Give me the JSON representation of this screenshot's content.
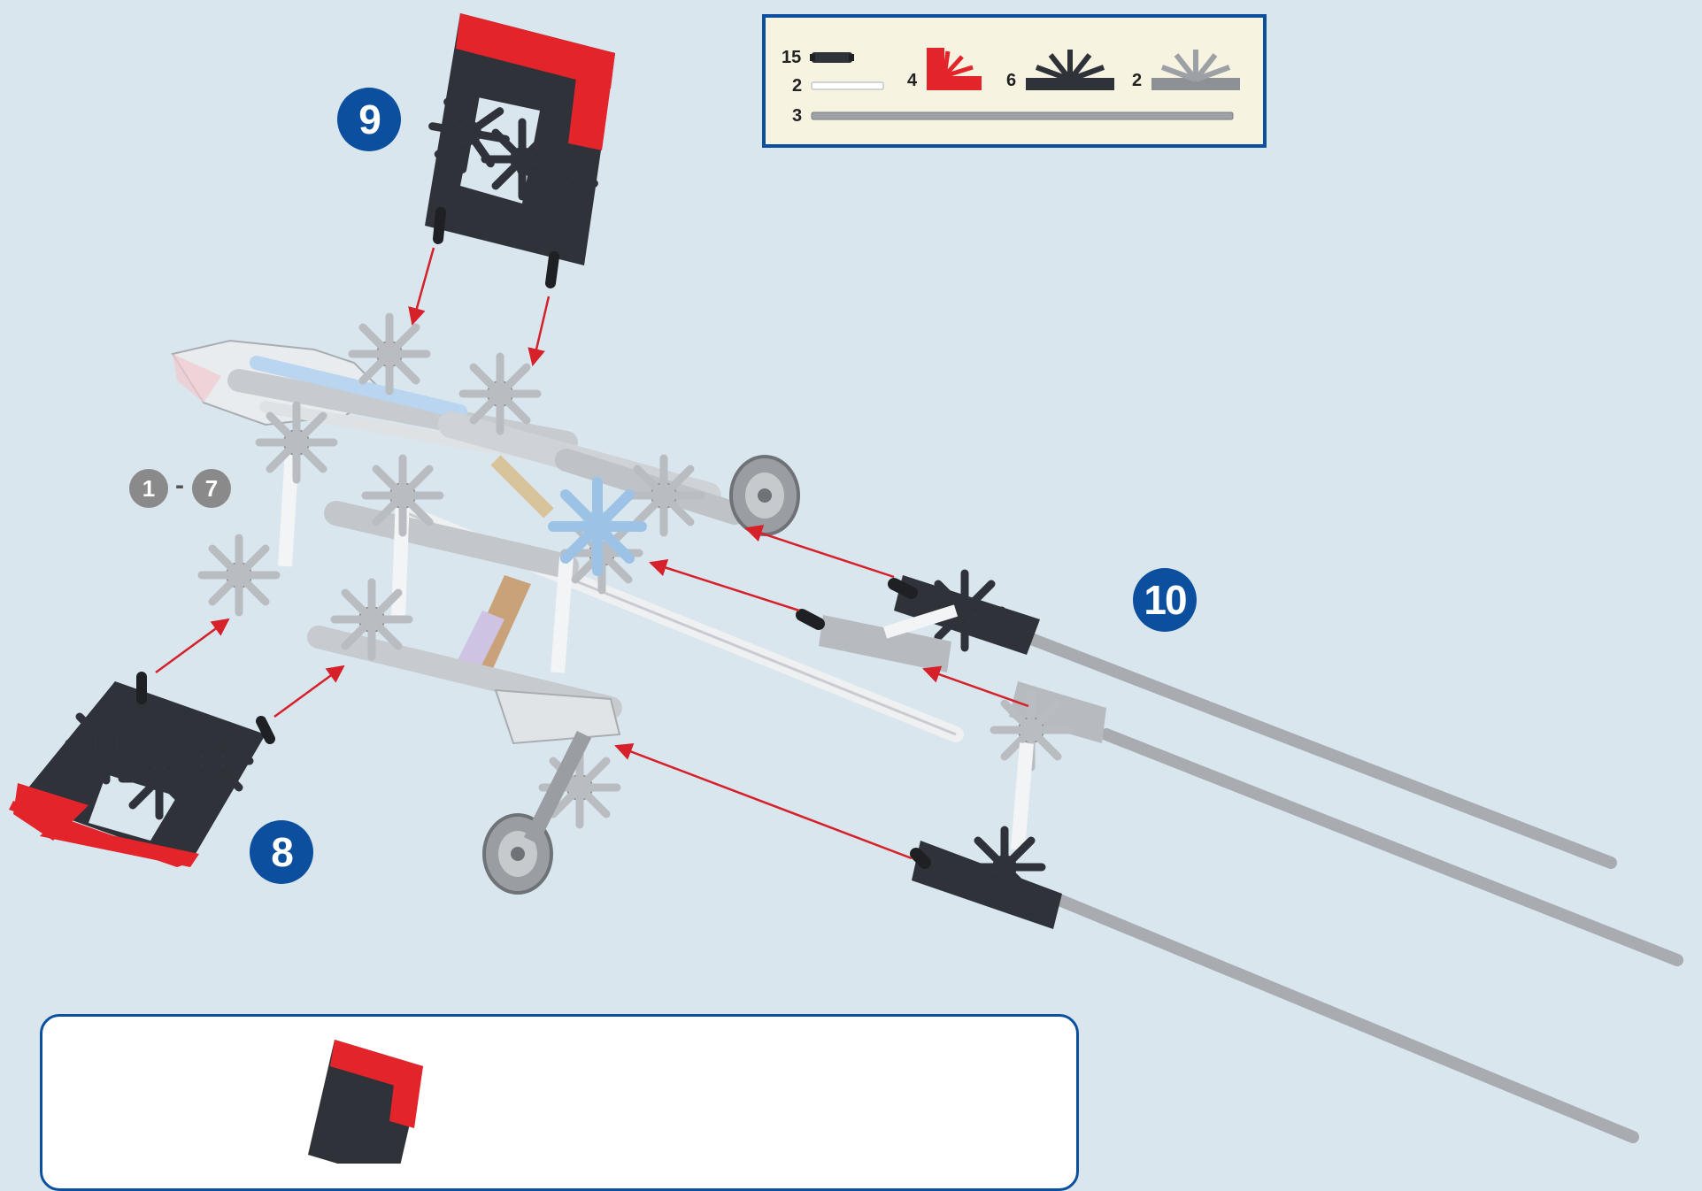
{
  "steps": {
    "step_8": "8",
    "step_9": "9",
    "step_10": "10",
    "range_start": "1",
    "range_sep": "-",
    "range_end": "7"
  },
  "parts": [
    {
      "count": "15",
      "part": "black-connector-icon"
    },
    {
      "count": "2",
      "part": "white-rod-icon"
    },
    {
      "count": "3",
      "part": "long-grey-rod-icon"
    },
    {
      "count": "4",
      "part": "red-corner-connector-icon"
    },
    {
      "count": "6",
      "part": "black-half-connector-icon"
    },
    {
      "count": "2",
      "part": "grey-half-connector-icon"
    }
  ],
  "colors": {
    "background": "#d9e6ee",
    "badge_blue": "#0b4f9e",
    "arrow_red": "#d6202a",
    "part_red": "#e3242b",
    "part_black": "#2f3238",
    "part_grey": "#b7bbbf",
    "part_light_blue": "#9cc3e6"
  }
}
